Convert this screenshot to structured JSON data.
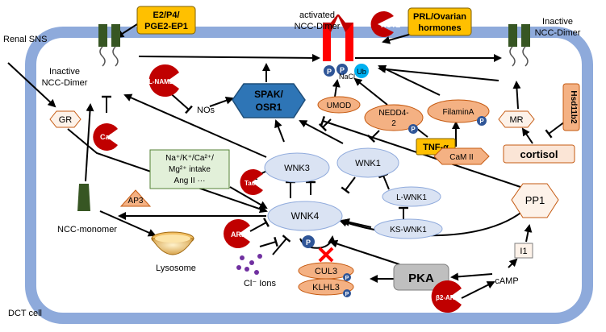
{
  "colors": {
    "cell_border": "#8eaadb",
    "cell_fill": "#ffffff",
    "hormone_box": "#ffc000",
    "kinase_ellipse": "#dae3f3",
    "salmon": "#f4b183",
    "spak": "#2e75b6",
    "inhibitor_red": "#c00000",
    "pka_grey": "#bfbfbf",
    "green_box": "#e2f0d9",
    "receptor_green": "#375623",
    "receptor_red": "#ff0000",
    "ion_purple": "#7030a0",
    "p_badge": "#2f5597"
  },
  "labels": {
    "renal_sns": "Renal SNS",
    "dct_cell": "DCT cell",
    "e2_line1": "E2/P4/",
    "e2_line2": "PGE2-EP1",
    "prl_line1": "PRL/Ovarian",
    "prl_line2": "hormones",
    "activated_line1": "activated",
    "activated_line2": "NCC-Dimer",
    "inactive_right_line1": "Inactive",
    "inactive_right_line2": "NCC-Dimer",
    "inactive_left_line1": "Inactive",
    "inactive_left_line2": "NCC-Dimer",
    "hctz": "HCTZ",
    "gr": "GR",
    "mr": "MR",
    "hsd": "Hsd11b2",
    "cortisol": "cortisol",
    "l_name": "L-NAME",
    "nos": "NOs",
    "can": "CaN",
    "spak_line1": "SPAK/",
    "spak_line2": "OSR1",
    "nacl": "NaCl",
    "ub": "Ub",
    "p": "P",
    "umod": "UMOD",
    "nedd_line1": "NEDD4-",
    "nedd_line2": "2",
    "filamin": "FilaminA",
    "tnf": "TNF-α",
    "camii": "CaM II",
    "intake_line1": "Na⁺/K⁺/Ca²⁺/",
    "intake_line2": "Mg²⁺ intake",
    "intake_line3": "Ang  II ···",
    "wnk3": "WNK3",
    "wnk1": "WNK1",
    "wnk4": "WNK4",
    "lwnk1": "L-WNK1",
    "kswnk1": "KS-WNK1",
    "tac": "Tac",
    "ap3": "AP3",
    "ncc_monomer": "NCC-monomer",
    "lysosome": "Lysosome",
    "arb": "ARb",
    "cl_ions": "Cl⁻ Ions",
    "cul3": "CUL3",
    "klhl3": "KLHL3",
    "pka": "PKA",
    "pp1": "PP1",
    "i1": "I1",
    "camp": "cAMP",
    "b2ar": "β2-AR"
  }
}
